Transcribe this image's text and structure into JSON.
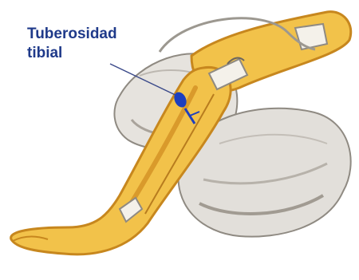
{
  "annotation": {
    "line1": "Tuberosidad",
    "line2": "tibial"
  },
  "colors": {
    "label_text": "#1f3a8a",
    "leader_line": "#3b4a8a",
    "leg_fill": "#f2c24a",
    "leg_outline": "#c7871e",
    "pillow": "#d9d6d0",
    "pillow_shade": "#a9a39b",
    "marker": "#1d3fbf"
  },
  "icons": [
    "knee-brace-illustration",
    "pillow-illustration",
    "tibial-marker"
  ]
}
